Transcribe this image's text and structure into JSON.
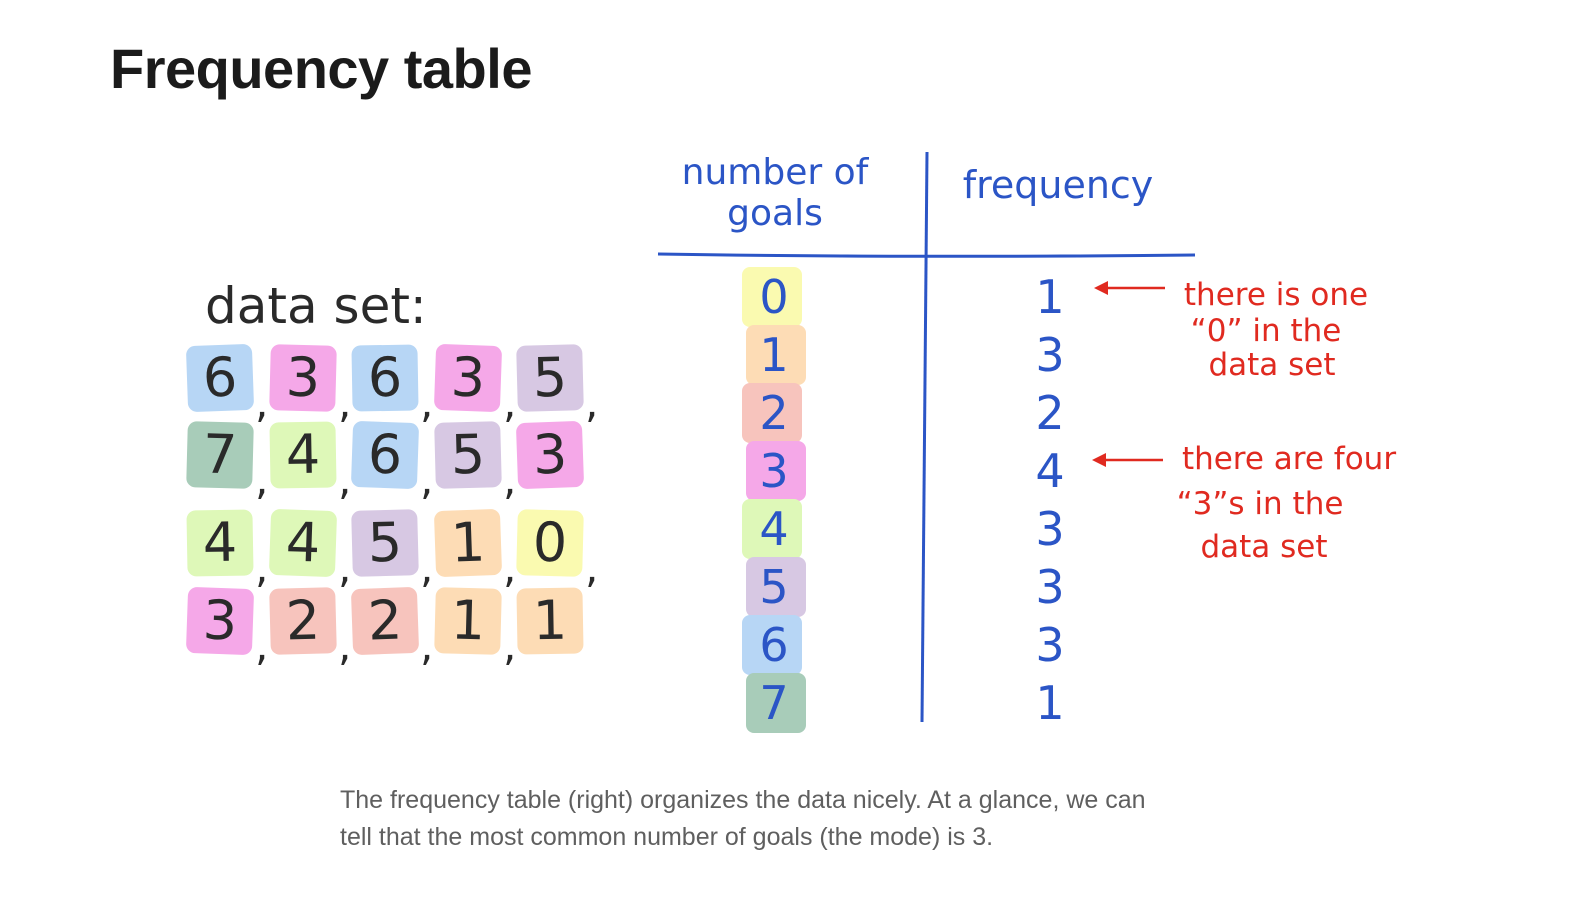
{
  "page": {
    "title": "Frequency table"
  },
  "figure": {
    "data_set_label": "data set:",
    "data_set_rows": [
      [
        "6",
        "3",
        "6",
        "3",
        "5"
      ],
      [
        "7",
        "4",
        "6",
        "5",
        "3"
      ],
      [
        "4",
        "4",
        "5",
        "1",
        "0"
      ],
      [
        "3",
        "2",
        "2",
        "1",
        "1"
      ]
    ],
    "table": {
      "col1_header_line1": "number of",
      "col1_header_line2": "goals",
      "col2_header": "frequency",
      "rows": [
        {
          "goals": "0",
          "frequency": "1"
        },
        {
          "goals": "1",
          "frequency": "3"
        },
        {
          "goals": "2",
          "frequency": "2"
        },
        {
          "goals": "3",
          "frequency": "4"
        },
        {
          "goals": "4",
          "frequency": "3"
        },
        {
          "goals": "5",
          "frequency": "3"
        },
        {
          "goals": "6",
          "frequency": "3"
        },
        {
          "goals": "7",
          "frequency": "1"
        }
      ]
    },
    "annotations": {
      "note1_line1": "there is one",
      "note1_line2": "“0” in the",
      "note1_line3": "data set",
      "note2_line1": "there are four",
      "note2_line2": "“3”s in the",
      "note2_line3": "data set"
    },
    "colors": {
      "0": "#fafab0",
      "1": "#fddcb5",
      "2": "#f7c4bd",
      "3": "#f5a8e8",
      "4": "#def8b8",
      "5": "#d7c8e3",
      "6": "#b7d6f5",
      "7": "#a8ccb9",
      "ink": "#2a2a2a",
      "table_ink": "#2b55c6",
      "annotation": "#e02a20"
    }
  },
  "caption": {
    "line1": "The frequency table (right) organizes the data nicely. At a glance, we can",
    "line2": "tell that the most common number of goals (the mode) is 3."
  }
}
